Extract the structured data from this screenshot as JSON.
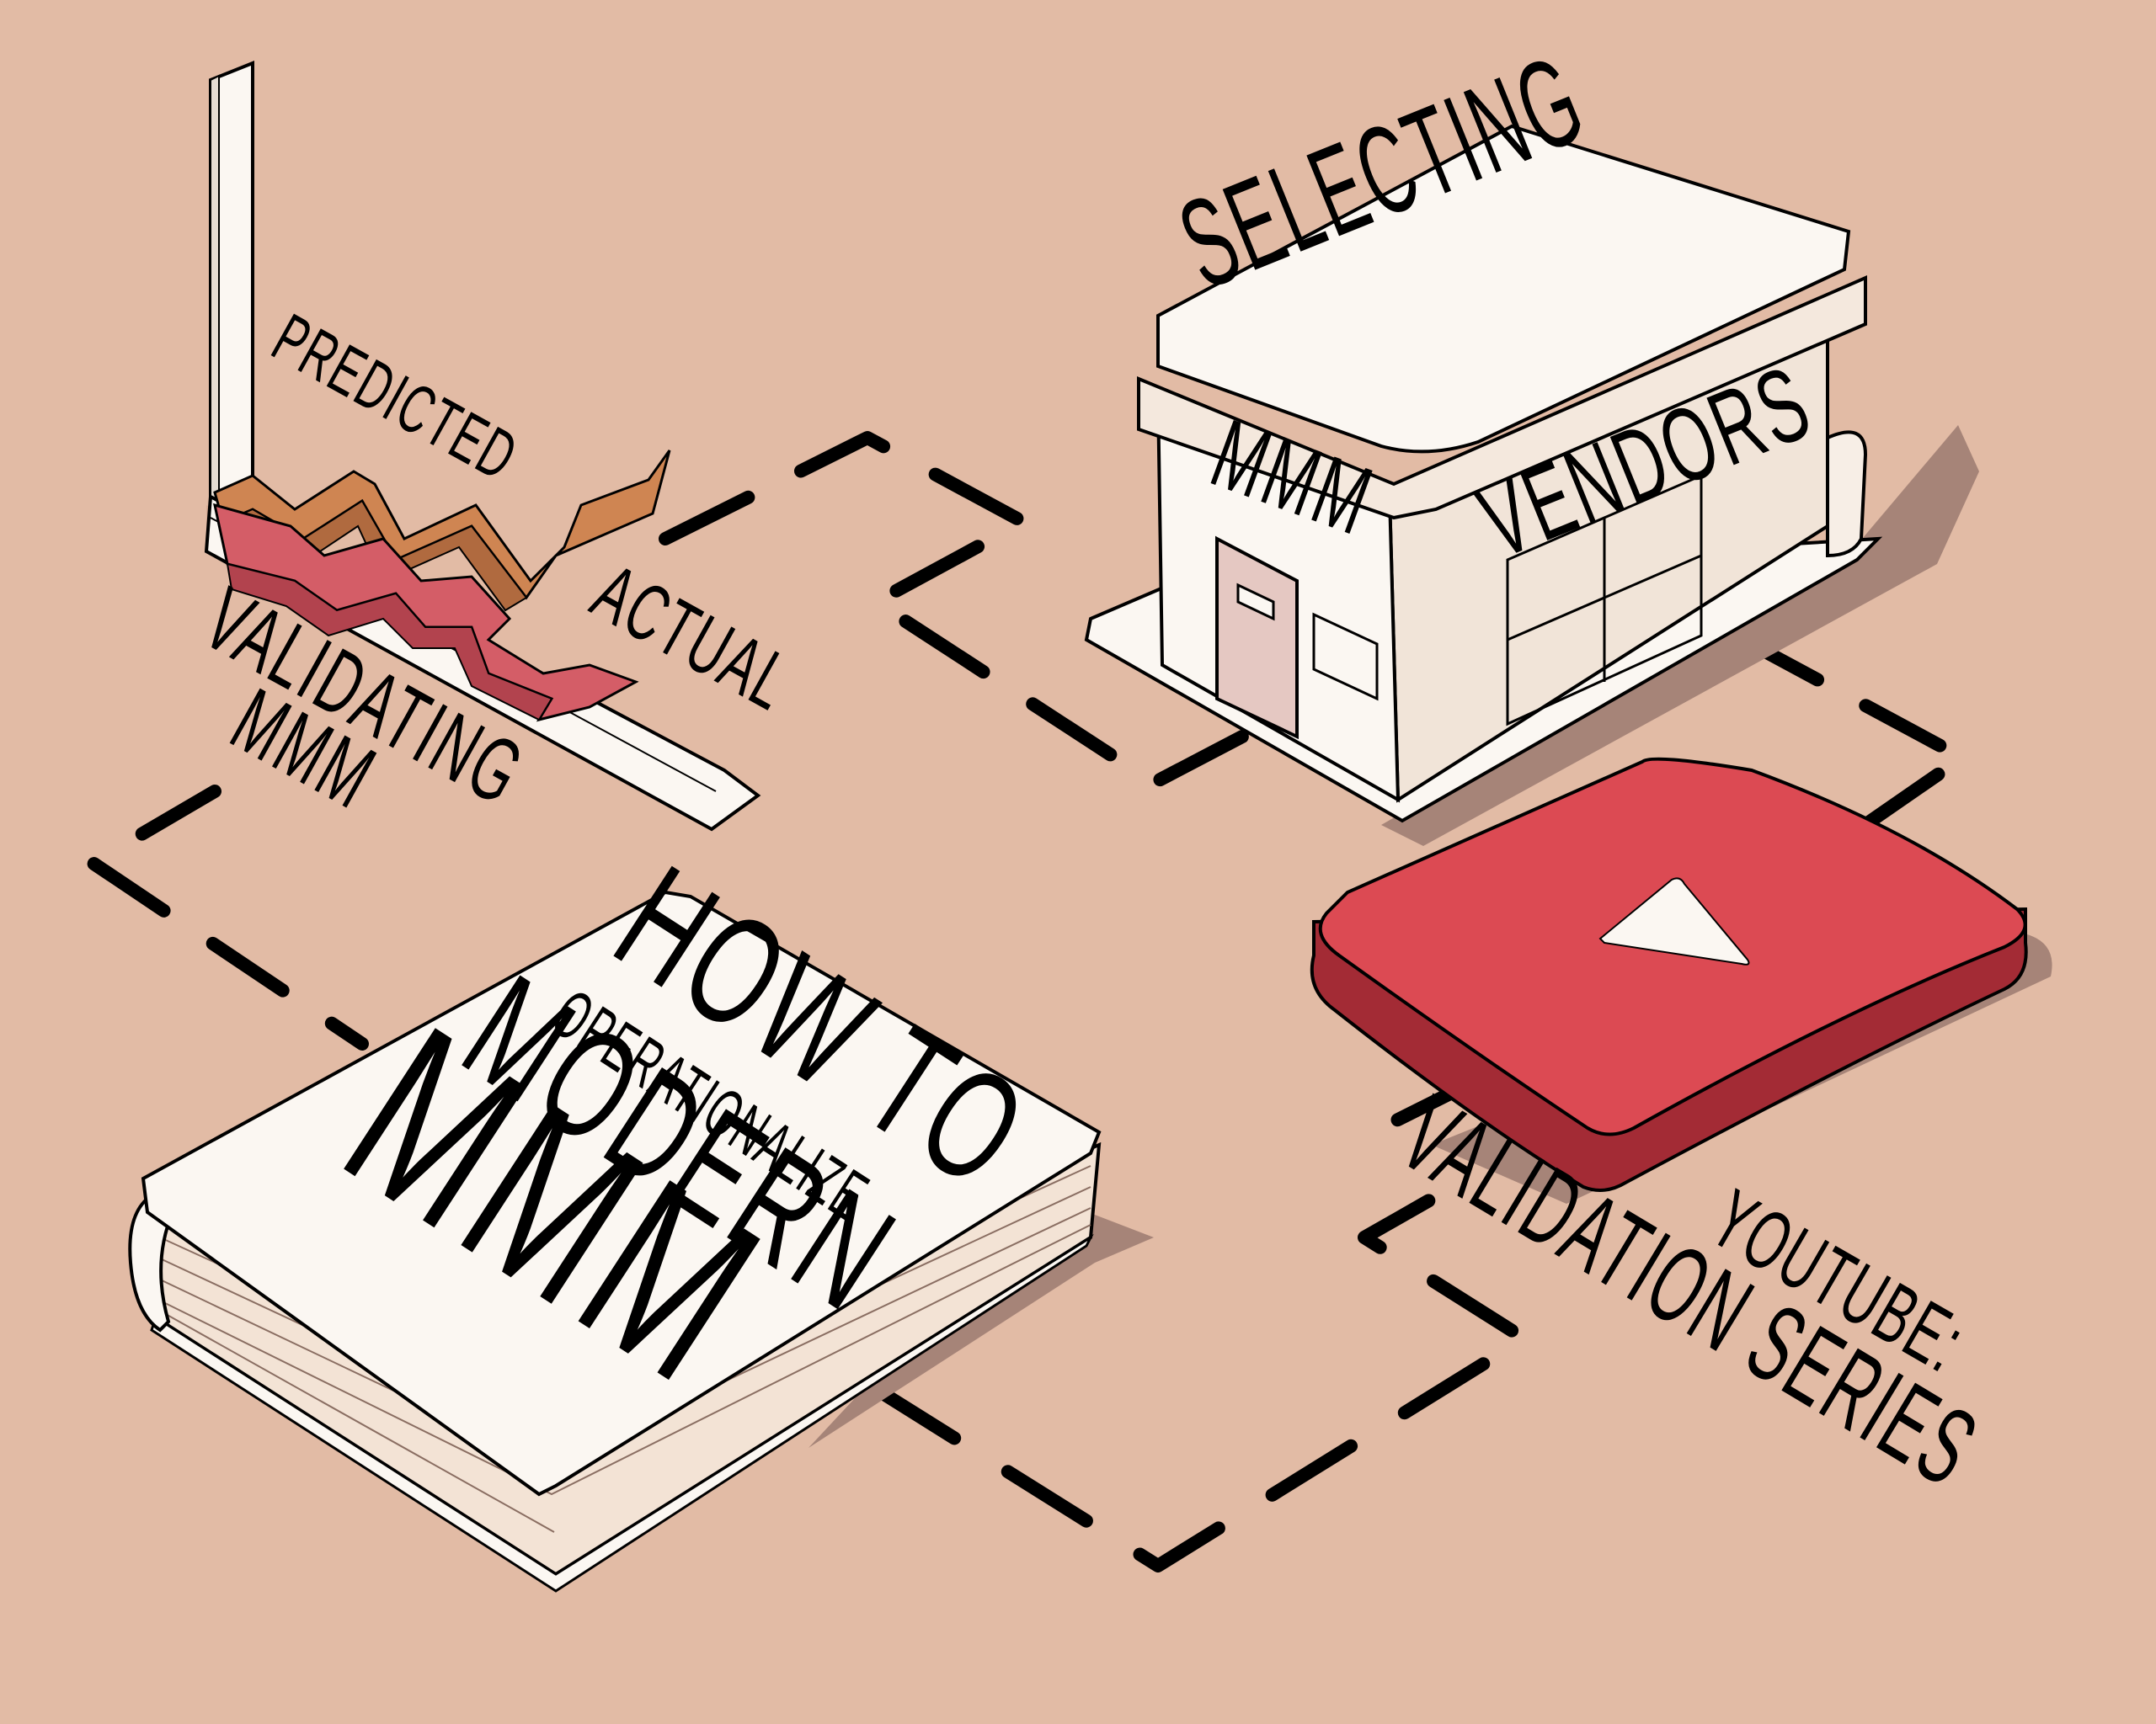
{
  "chart_labels": {
    "predicted": "PREDICTED",
    "actual": "ACTUAL",
    "validating_line1": "VALIDATING",
    "validating_line2": "MMM"
  },
  "store": {
    "top_sign": "SELECTING",
    "left_sign": "MMM",
    "right_sign": "VENDORS"
  },
  "book": {
    "line1": "HOW TO",
    "line2": "OPERATIONALIZE",
    "line3": "MODERN",
    "line4": "MMM"
  },
  "youtube": {
    "line1": "YOUTUBE:",
    "line2": "VALIDATION SERIES"
  },
  "colors": {
    "background": "#e2bba5",
    "predicted_arrow": "#cf8552",
    "actual_arrow": "#d45d67",
    "youtube_red": "#dc4a53",
    "youtube_red_dark": "#a32b35",
    "paper": "#fbf7f2",
    "shadow": "#a68478"
  }
}
